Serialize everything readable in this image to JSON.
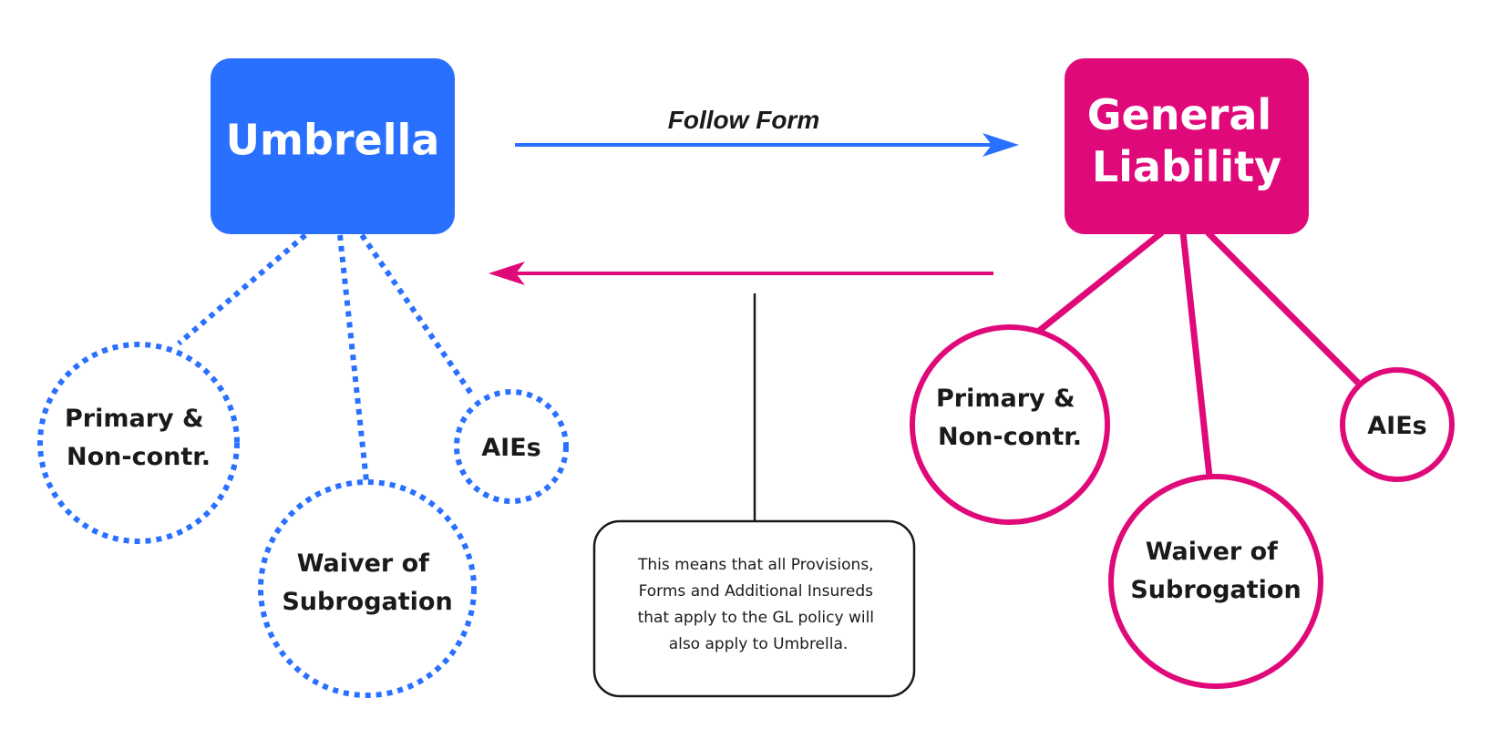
{
  "umbrella": {
    "title": "Umbrella",
    "color": "#2970ff",
    "nodes": {
      "primary": [
        "Primary &",
        "Non-contr."
      ],
      "waiver": [
        "Waiver of",
        "Subrogation"
      ],
      "aies": "AIEs"
    }
  },
  "general_liability": {
    "title": [
      "General",
      "Liability"
    ],
    "color": "#e0097a",
    "nodes": {
      "primary": [
        "Primary &",
        "Non-contr."
      ],
      "waiver": [
        "Waiver of",
        "Subrogation"
      ],
      "aies": "AIEs"
    }
  },
  "follow_form_label": "Follow Form",
  "note": {
    "lines": [
      "This means that all Provisions,",
      "Forms and Additional Insureds",
      "that apply to the GL policy will",
      "also apply to Umbrella."
    ]
  }
}
